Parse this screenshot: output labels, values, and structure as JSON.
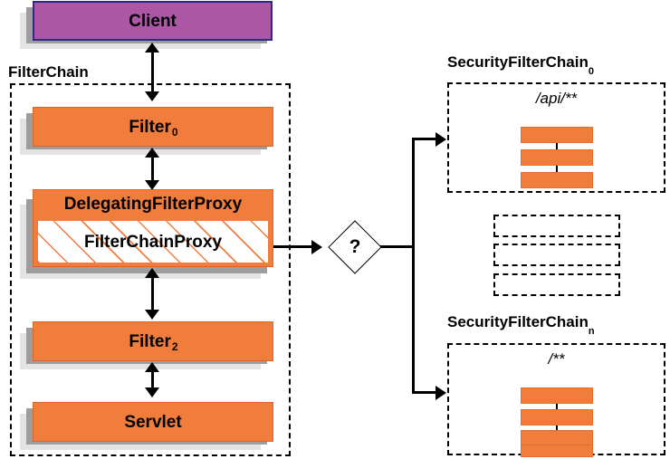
{
  "diagram": {
    "title": "Spring Security FilterChainProxy dispatch",
    "colors": {
      "filter_orange": "#f07d3c",
      "client_purple": "#ab57a5",
      "client_border": "#2b2b86",
      "shadow_dark": "#9d9d9d",
      "shadow_light": "#e3e3e3",
      "stroke": "#000000"
    }
  },
  "client": {
    "label": "Client"
  },
  "filter_chain": {
    "caption": "FilterChain",
    "nodes": [
      {
        "label": "Filter",
        "sub": "0"
      },
      {
        "label": "DelegatingFilterProxy",
        "sub": ""
      },
      {
        "label": "FilterChainProxy",
        "sub": ""
      },
      {
        "label": "Filter",
        "sub": "2"
      },
      {
        "label": "Servlet",
        "sub": ""
      }
    ]
  },
  "decision": {
    "label": "?"
  },
  "security_chains": [
    {
      "caption": "SecurityFilterChain",
      "caption_sub": "0",
      "pattern": "/api/**",
      "filter_count": 3
    },
    {
      "caption": "SecurityFilterChain",
      "caption_sub": "n",
      "pattern": "/**",
      "filter_count": 4
    }
  ],
  "placeholders": {
    "count": 3,
    "label": ""
  }
}
